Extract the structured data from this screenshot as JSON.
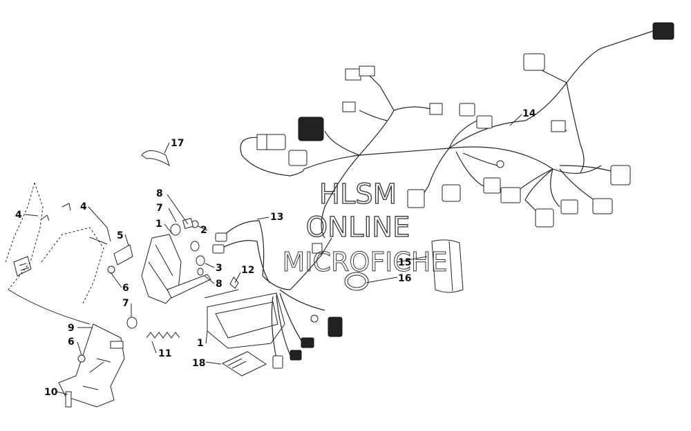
{
  "callouts": {
    "c1a": "1",
    "c1b": "1",
    "c2": "2",
    "c3": "3",
    "c4a": "4",
    "c4b": "4",
    "c5": "5",
    "c6a": "6",
    "c6b": "6",
    "c7a": "7",
    "c7b": "7",
    "c8a": "8",
    "c8b": "8",
    "c9": "9",
    "c10": "10",
    "c11": "11",
    "c12": "12",
    "c13": "13",
    "c14": "14",
    "c15": "15",
    "c16": "16",
    "c17": "17",
    "c18": "18"
  },
  "watermark": {
    "line1": "HLSM",
    "line2": "ONLINE",
    "line3": "MICROFICHE"
  }
}
